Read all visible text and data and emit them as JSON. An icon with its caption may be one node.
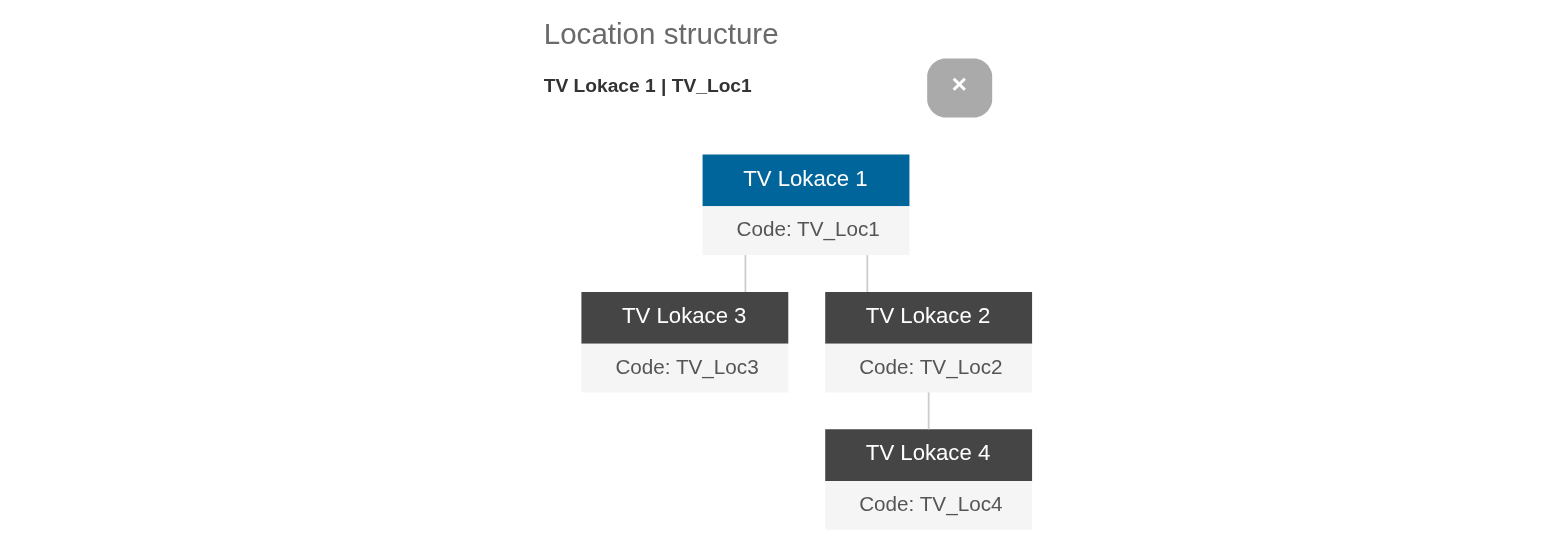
{
  "diagram": {
    "title": "Location structure",
    "nodes": [
      {
        "text": [
          "TV Lokace 1",
          "Code: TV_Loc1"
        ]
      },
      {
        "text": [
          "TV Lokace 3",
          "Code: TV_Loc3"
        ]
      },
      {
        "text": [
          "TV Lokace 2",
          "Code: TV_Loc2"
        ]
      },
      {
        "text": [
          "TV Lokace 4",
          "Code: TV_Loc4"
        ]
      }
    ],
    "edges": [
      {
        "from": 0,
        "to": 1,
        "arrow": "none"
      },
      {
        "from": 0,
        "to": 2,
        "arrow": "none"
      },
      {
        "from": 2,
        "to": 3,
        "arrow": "none"
      }
    ],
    "labels": [
      "TV Lokace 1 | TV_Loc1",
      "×"
    ]
  }
}
